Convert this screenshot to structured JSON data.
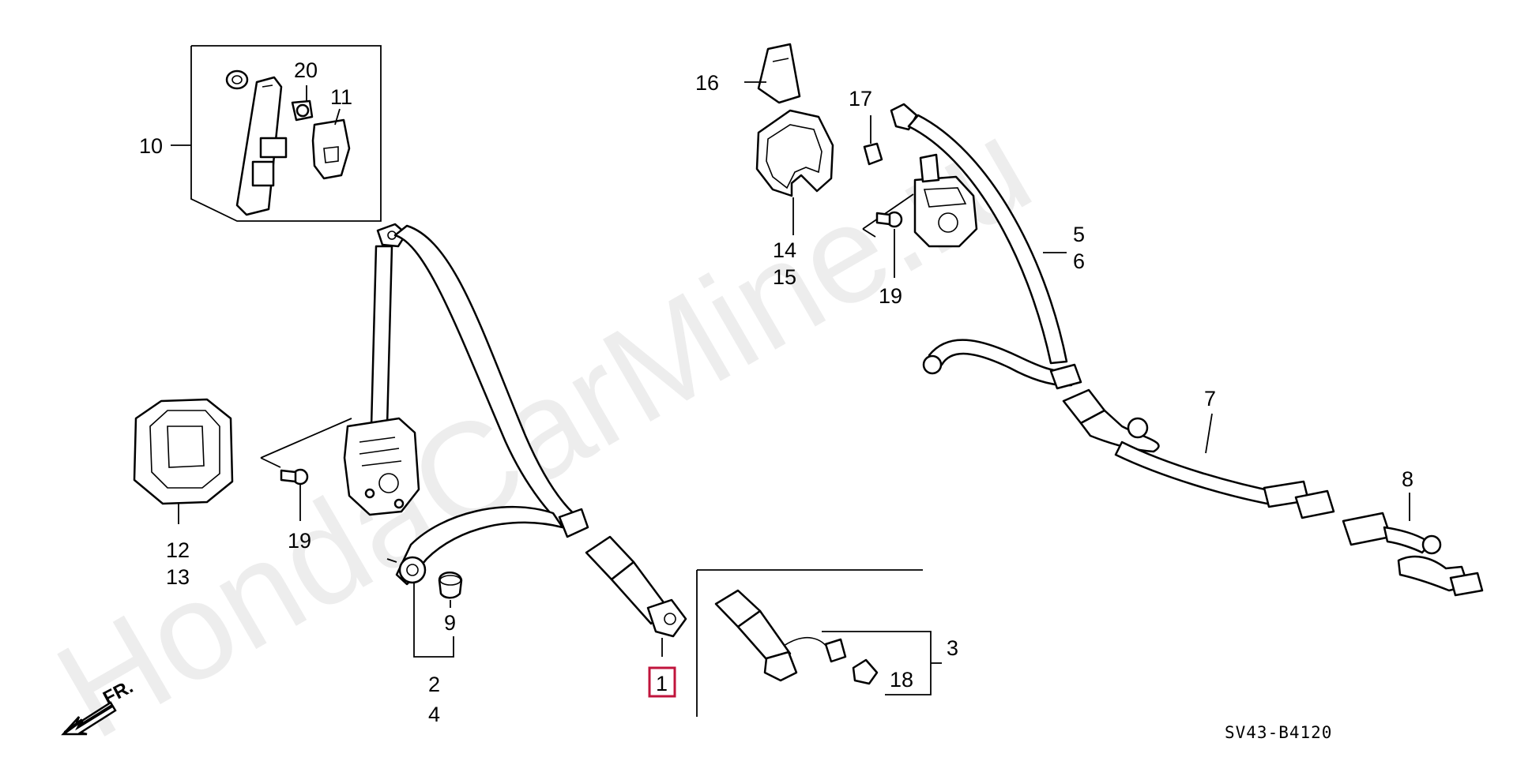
{
  "watermark": "HondaCarMine.ru",
  "diagram_code": "SV43-B4120",
  "front_marker": "FR.",
  "callouts": {
    "c1": "1",
    "c2": "2",
    "c3": "3",
    "c4": "4",
    "c5": "5",
    "c6": "6",
    "c7": "7",
    "c8": "8",
    "c9": "9",
    "c10": "10",
    "c11": "11",
    "c12": "12",
    "c13": "13",
    "c14": "14",
    "c15": "15",
    "c16": "16",
    "c17": "17",
    "c18": "18",
    "c19a": "19",
    "c19b": "19",
    "c20": "20"
  },
  "highlight_color": "#c0143c"
}
